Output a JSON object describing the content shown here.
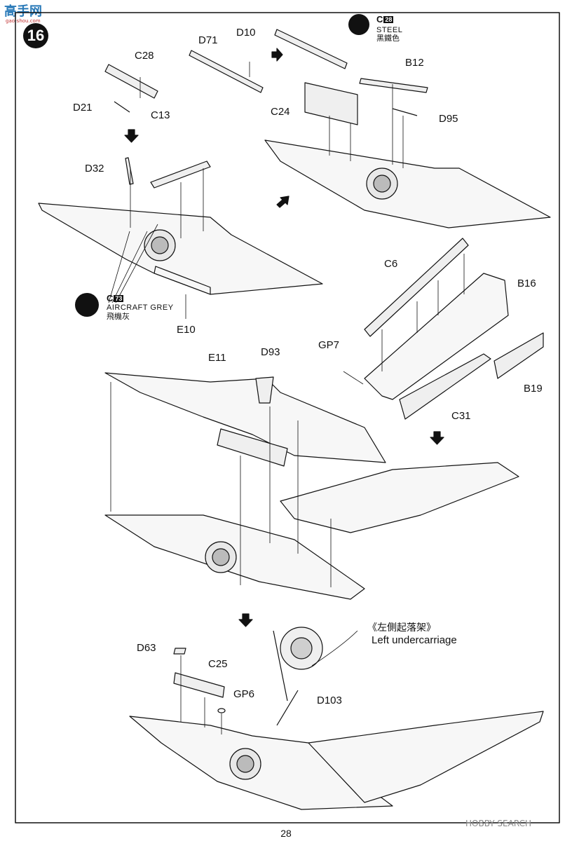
{
  "page": {
    "step_number": "16",
    "page_number": "28"
  },
  "watermark": {
    "top_cn": "高手网",
    "top_url": "gao-shou.com",
    "bottom": "HOBBY SEARCH"
  },
  "paints": {
    "steel": {
      "code": "C",
      "code_box": "28",
      "name": "STEEL",
      "name_cn": "黑鐵色"
    },
    "grey": {
      "code": "C",
      "code_box": "73",
      "name": "AIRCRAFT GREY",
      "name_cn": "飛機灰"
    }
  },
  "callouts": {
    "left_undercarriage_cn": "《左側起落架》",
    "left_undercarriage_en": "Left undercarriage"
  },
  "parts": {
    "c28": "C28",
    "d21": "D21",
    "c13": "C13",
    "d71": "D71",
    "d10": "D10",
    "c24": "C24",
    "b12": "B12",
    "d95": "D95",
    "d32": "D32",
    "e10": "E10",
    "c6": "C6",
    "b16": "B16",
    "gp7": "GP7",
    "b19": "B19",
    "c31": "C31",
    "e11": "E11",
    "d93": "D93",
    "d63": "D63",
    "c25": "C25",
    "gp6": "GP6",
    "d103": "D103"
  }
}
